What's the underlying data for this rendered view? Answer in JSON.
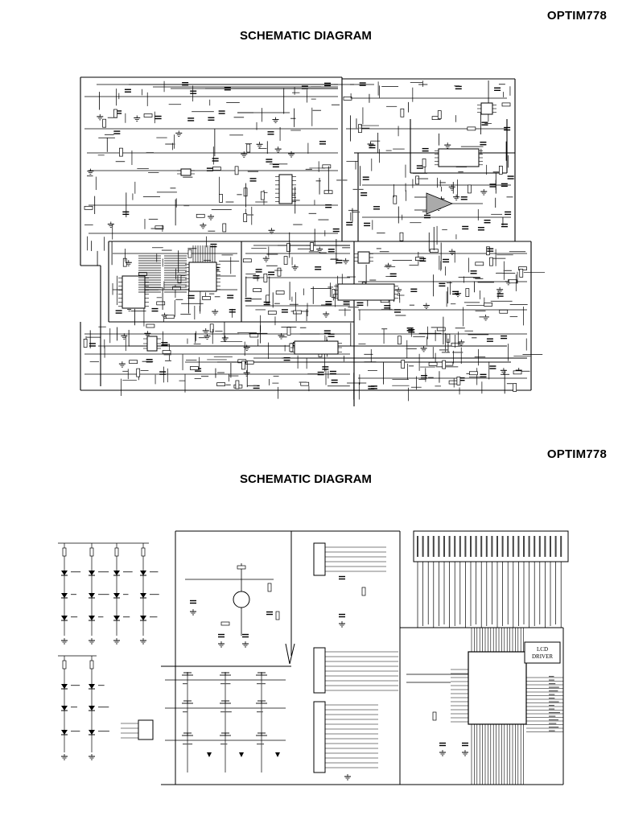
{
  "page1": {
    "model": "OPTIM778",
    "title": "SCHEMATIC DIAGRAM"
  },
  "page2": {
    "model": "OPTIM778",
    "title": "SCHEMATIC DIAGRAM"
  },
  "labels": {
    "lcd_line1": "LCD",
    "lcd_line2": "DRIVER"
  }
}
